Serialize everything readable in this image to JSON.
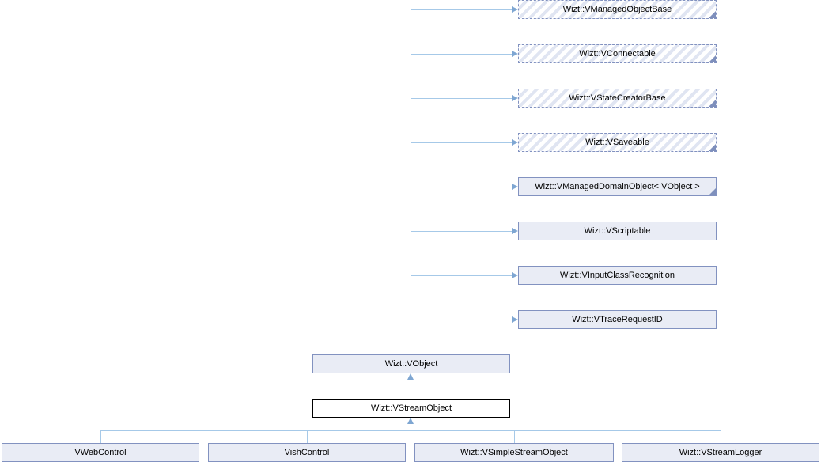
{
  "diagram_type": "class-inheritance-graph",
  "colors": {
    "edge": "#a6c9e8",
    "arrowhead": "#7ea6d2",
    "node_border": "#8292c0",
    "node_fill": "#e9ecf5",
    "hatch_stripe": "#e0e5f2",
    "current_node_border": "#000000",
    "text": "#000000",
    "background": "#ffffff"
  },
  "nodes": [
    {
      "label": "Wizt::VManagedObjectBase",
      "style": "hatched-dashed",
      "truncated": true,
      "role": "base-class"
    },
    {
      "label": "Wizt::VConnectable",
      "style": "hatched-dashed",
      "truncated": true,
      "role": "base-class"
    },
    {
      "label": "Wizt::VStateCreatorBase",
      "style": "hatched-dashed",
      "truncated": true,
      "role": "base-class"
    },
    {
      "label": "Wizt::VSaveable",
      "style": "hatched-dashed",
      "truncated": true,
      "role": "base-class"
    },
    {
      "label": "Wizt::VManagedDomainObject< VObject >",
      "style": "solid",
      "truncated": true,
      "role": "base-class"
    },
    {
      "label": "Wizt::VScriptable",
      "style": "solid",
      "truncated": false,
      "role": "base-class"
    },
    {
      "label": "Wizt::VInputClassRecognition",
      "style": "solid",
      "truncated": false,
      "role": "base-class"
    },
    {
      "label": "Wizt::VTraceRequestID",
      "style": "solid",
      "truncated": false,
      "role": "base-class"
    },
    {
      "label": "Wizt::VObject",
      "style": "solid",
      "truncated": false,
      "role": "parent-class"
    },
    {
      "label": "Wizt::VStreamObject",
      "style": "current",
      "truncated": false,
      "role": "current-class"
    },
    {
      "label": "VWebControl",
      "style": "solid",
      "truncated": false,
      "role": "derived-class"
    },
    {
      "label": "VishControl",
      "style": "solid",
      "truncated": false,
      "role": "derived-class"
    },
    {
      "label": "Wizt::VSimpleStreamObject",
      "style": "solid",
      "truncated": false,
      "role": "derived-class"
    },
    {
      "label": "Wizt::VStreamLogger",
      "style": "solid",
      "truncated": false,
      "role": "derived-class"
    }
  ]
}
